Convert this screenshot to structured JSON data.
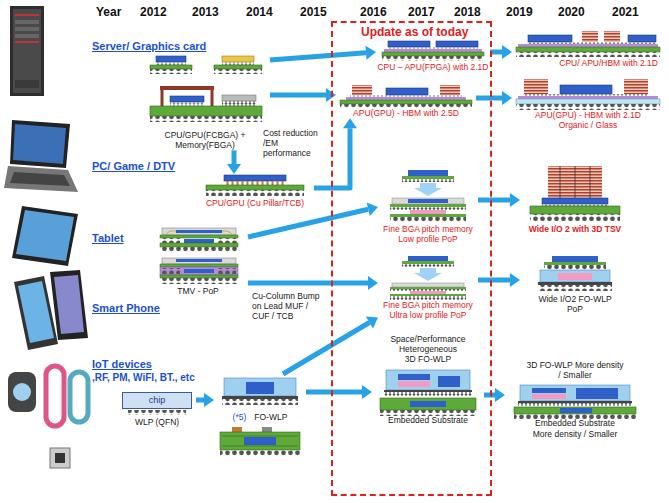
{
  "diagram": {
    "nodes": [
      {
        "text": [
          "CPU/GPU(FCBGA) + Memory(FBGA)"
        ]
      },
      {
        "text": [
          "CPU/GPU (Cu Pillar/TCB)"
        ]
      },
      {
        "text": [
          "TMV - PoP"
        ]
      },
      {
        "text": [
          "chip",
          "WLP (QFN)"
        ]
      },
      {
        "text": [
          "(*5)",
          "FO-WLP"
        ]
      },
      {
        "text": [
          "Update as of today"
        ]
      },
      {
        "text": [
          "CPU – APU(FPGA) with 2.1D"
        ],
        "in": 5
      },
      {
        "text": [
          "APU(GPU) - HBM with 2.5D"
        ],
        "in": 5
      },
      {
        "text": [
          "Fine BGA pitch memory Low profile PoP"
        ],
        "in": 5
      },
      {
        "text": [
          "Fine BGA pitch memory Ultra low profile PoP"
        ],
        "in": 5
      },
      {
        "text": [
          "Space/Performance Heterogeneous",
          "3D FO-WLP",
          "Embedded Substrate"
        ],
        "in": 5
      },
      {
        "text": [
          "CPU/ APU/HBM with 2.1D"
        ]
      },
      {
        "text": [
          "APU(GPU) - HBM with 2.1D Organic / Glass"
        ]
      },
      {
        "text": [
          "Wide I/O 2 with 3D TSV"
        ]
      },
      {
        "text": [
          "Wide I/O2 FO-WLP PoP"
        ]
      },
      {
        "text": [
          "3D FO-WLP More density / Smaller",
          "Embedded Substrate More density / Smaller"
        ]
      }
    ],
    "edges": [
      {
        "from": 0,
        "to": 6,
        "arrow": "to"
      },
      {
        "from": 0,
        "to": 7,
        "arrow": "to"
      },
      {
        "from": 0,
        "to": 1,
        "label": "Cost reduction /EM performance",
        "arrow": "to"
      },
      {
        "from": 1,
        "to": 7,
        "arrow": "to"
      },
      {
        "from": 2,
        "to": 8,
        "arrow": "to"
      },
      {
        "from": 2,
        "to": 9,
        "arrow": "to"
      },
      {
        "from": 3,
        "to": 4,
        "arrow": "to"
      },
      {
        "from": 4,
        "to": 9,
        "arrow": "to"
      },
      {
        "from": 4,
        "to": 10,
        "arrow": "to"
      },
      {
        "from": 6,
        "to": 11,
        "arrow": "to"
      },
      {
        "from": 7,
        "to": 12,
        "arrow": "to"
      },
      {
        "from": 8,
        "to": 13,
        "arrow": "to"
      },
      {
        "from": 9,
        "to": 14,
        "arrow": "to"
      },
      {
        "from": 10,
        "to": 15,
        "arrow": "to"
      }
    ],
    "labels": [
      "Year",
      "2012",
      "2013",
      "2014",
      "2015",
      "2016",
      "2017",
      "2018",
      "2019",
      "2020",
      "2021",
      "Server/ Graphics card",
      "PC/ Game / DTV",
      "Tablet",
      "Smart Phone",
      "IoT devices",
      ",RF, PM, WiFI, BT., etc",
      "Cu-Column Bump on Lead MUF / CUF / TCB"
    ]
  }
}
